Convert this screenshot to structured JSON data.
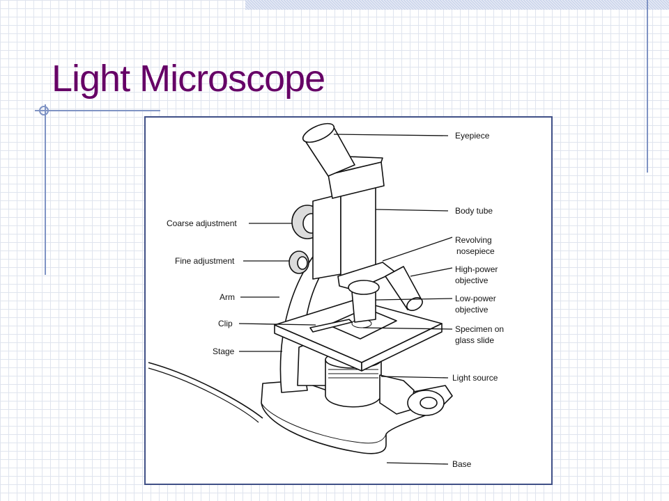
{
  "slide": {
    "title": "Light Microscope"
  },
  "diagram": {
    "labels": {
      "eyepiece": "Eyepiece",
      "body_tube": "Body tube",
      "revolving_nosepiece_1": "Revolving",
      "revolving_nosepiece_2": "nosepiece",
      "high_power_1": "High-power",
      "high_power_2": "objective",
      "low_power_1": "Low-power",
      "low_power_2": "objective",
      "specimen_1": "Specimen on",
      "specimen_2": "glass slide",
      "light_source": "Light source",
      "base": "Base",
      "coarse_adjustment": "Coarse adjustment",
      "fine_adjustment": "Fine adjustment",
      "arm": "Arm",
      "clip": "Clip",
      "stage": "Stage"
    }
  }
}
